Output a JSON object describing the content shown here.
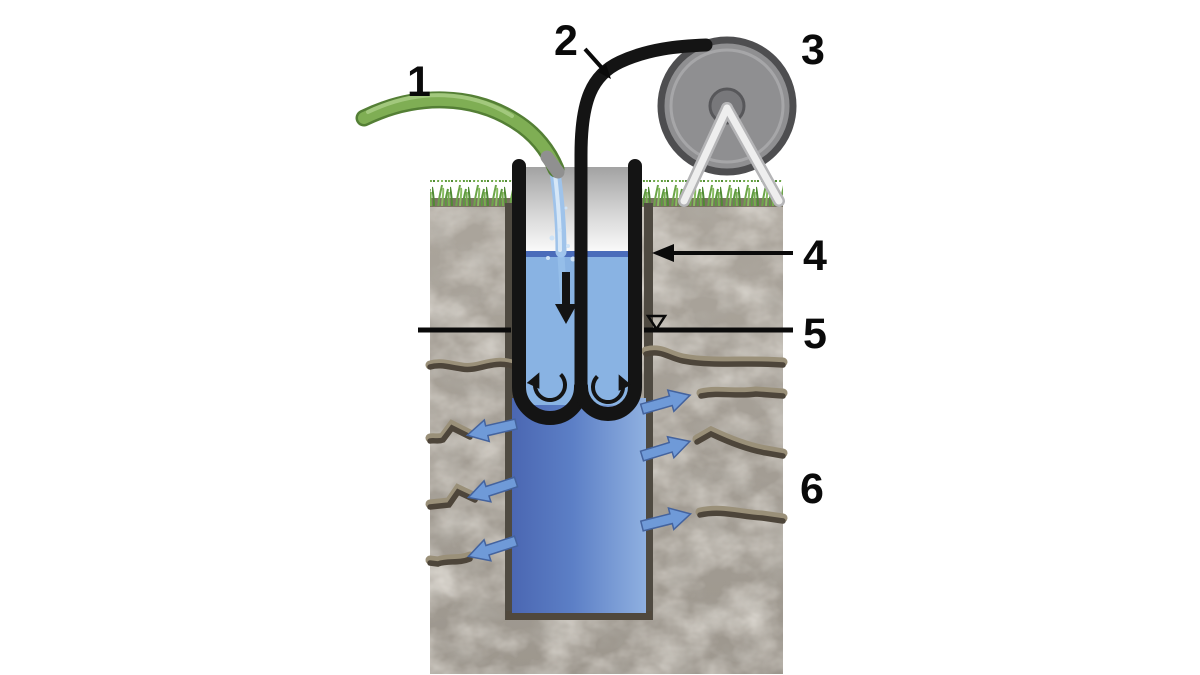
{
  "diagram": {
    "labels": [
      "1",
      "2",
      "3",
      "4",
      "5",
      "6"
    ]
  },
  "colors": {
    "background": "#ffffff",
    "soil": "#a59f96",
    "grass_green": "#5f9a3f",
    "hose_green": "#7fae54",
    "hose_dark": "#547f35",
    "stream_blue": "#9fc3ea",
    "casing_black": "#141414",
    "water_upper": "#89b3e3",
    "water_deep_left": "#4b67b2",
    "water_deep_right": "#8fb0e0",
    "waterline": "#4a6cba",
    "flow_arrow_blue": "#6f9ad8",
    "flow_arrow_edge": "#44639e",
    "soil_layer_brown": "#4d453a",
    "soil_layer_highlight": "#9a9079",
    "borehole_wall": "#4f4a41",
    "reel_grey": "#8f8f91",
    "reel_rim": "#4e4e50",
    "frame_white": "#eeeeee",
    "label_black": "#0a0a0a"
  }
}
